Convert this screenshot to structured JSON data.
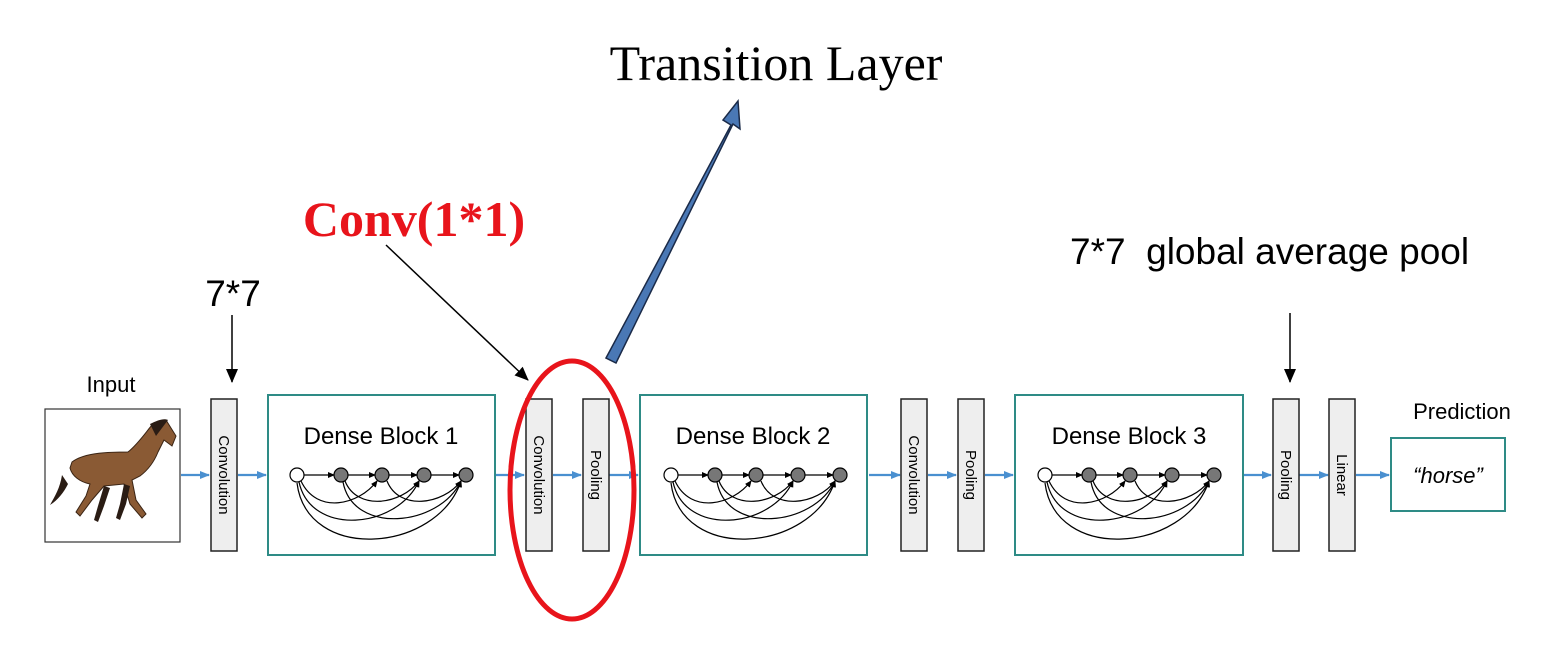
{
  "title": "Transition Layer",
  "annotations": {
    "conv_label": "Conv(1*1)",
    "kernel_label": "7*7",
    "gap_label": "7*7  global average pool"
  },
  "input": {
    "label": "Input",
    "image": "horse-photo"
  },
  "layers": {
    "conv1": "Convolution",
    "conv2": "Convolution",
    "pool2": "Pooling",
    "conv3": "Convolution",
    "pool3": "Pooling",
    "pool_final": "Pooling",
    "linear": "Linear"
  },
  "blocks": [
    "Dense Block 1",
    "Dense Block 2",
    "Dense Block 3"
  ],
  "prediction": {
    "label": "Prediction",
    "value": "“horse”"
  },
  "colors": {
    "block_border": "#2e8b86",
    "flow_arrow": "#4a90d0",
    "highlight": "#e8141b",
    "transition_arrow": "#4a78b5",
    "node_fill": "#777777",
    "layer_fill": "#eeeeee"
  }
}
